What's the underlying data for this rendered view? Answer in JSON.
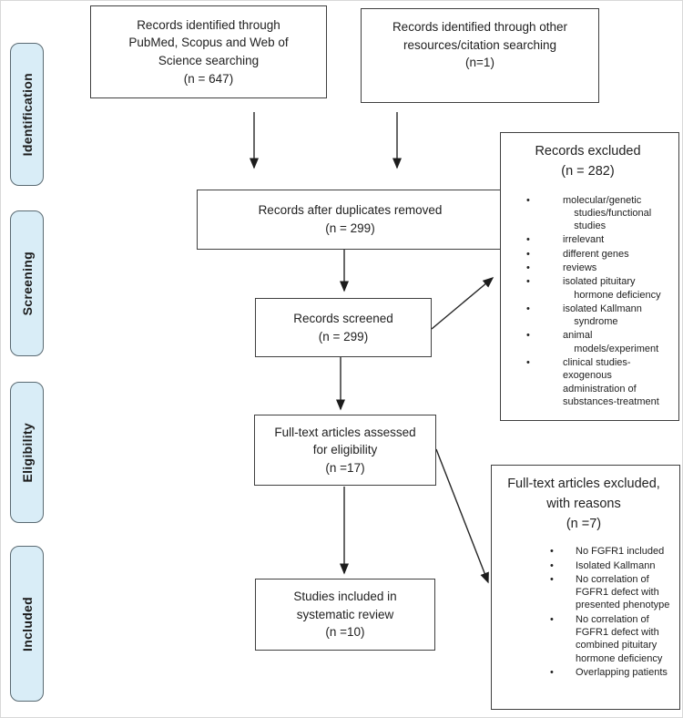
{
  "colors": {
    "stage_fill": "#d9edf7",
    "stage_border": "#5a6a72",
    "box_border": "#3f3f3f",
    "arrow": "#262626",
    "text": "#212121",
    "frame": "#d8d8d8"
  },
  "glyphs": {
    "bullet": "•"
  },
  "sidebar": {
    "stages": [
      {
        "label": "Identification"
      },
      {
        "label": "Screening"
      },
      {
        "label": "Eligibility"
      },
      {
        "label": "Included"
      }
    ]
  },
  "boxes": {
    "pubmed": {
      "text": "Records identified through\nPubMed, Scopus and Web of\nScience searching\n(n = 647)"
    },
    "other": {
      "text": "Records identified through other\nresources/citation searching\n(n=1)"
    },
    "duplicates": {
      "text": "Records after duplicates removed\n(n = 299)"
    },
    "screened": {
      "text": "Records screened\n(n = 299)"
    },
    "assessed": {
      "text": "Full-text articles assessed\nfor eligibility\n(n =17)"
    },
    "included": {
      "text": "Studies included in\nsystematic review\n(n =10)"
    },
    "records_excluded": {
      "title": "Records excluded\n(n = 282)",
      "bullets": [
        "molecular/genetic\n    studies/functional\n    studies",
        "irrelevant",
        "different genes",
        "reviews",
        "isolated pituitary\n    hormone deficiency",
        "isolated Kallmann\n    syndrome",
        "animal\n    models/experiment",
        "clinical studies-\nexogenous\nadministration of\nsubstances-treatment"
      ]
    },
    "fulltext_excluded": {
      "title": "Full-text articles excluded,\nwith reasons\n(n =7)",
      "bullets": [
        "No FGFR1 included",
        "Isolated Kallmann",
        "No correlation of\nFGFR1 defect with\npresented phenotype",
        "No correlation of\nFGFR1 defect with\ncombined pituitary\nhormone deficiency",
        "Overlapping patients"
      ]
    }
  }
}
